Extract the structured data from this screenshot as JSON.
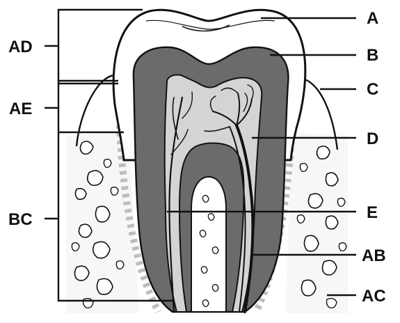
{
  "labels_right": [
    {
      "id": "a",
      "text": "A"
    },
    {
      "id": "b",
      "text": "B"
    },
    {
      "id": "c",
      "text": "C"
    },
    {
      "id": "d",
      "text": "D"
    },
    {
      "id": "e",
      "text": "E"
    },
    {
      "id": "ab",
      "text": "AB"
    },
    {
      "id": "ac",
      "text": "AC"
    }
  ],
  "labels_left": [
    {
      "id": "ad",
      "text": "AD"
    },
    {
      "id": "ae",
      "text": "AE"
    },
    {
      "id": "bc",
      "text": "BC"
    }
  ],
  "colors": {
    "enamel": "#ffffff",
    "dentin": "#6b6b6b",
    "pulp": "#d4d4d4",
    "bone": "#ffffff",
    "gum": "#ffffff",
    "ink": "#111111",
    "ligament": "#bdbdbd"
  }
}
